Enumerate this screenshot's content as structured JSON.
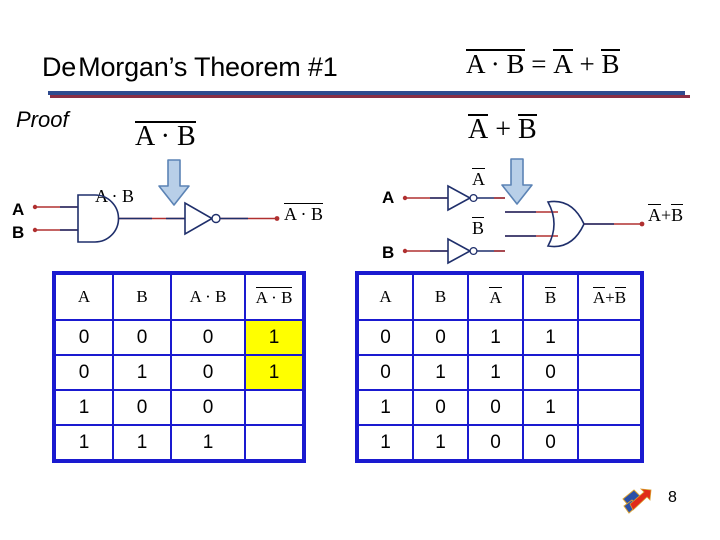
{
  "slide": {
    "title": "De Morgan's Theorem #1",
    "title_display": "De Morgan’s Theorem #1",
    "title_formula": {
      "lhs_overbar": "A · B",
      "equals": "=",
      "rhs_a": "A",
      "plus": "+",
      "rhs_b": "B"
    },
    "proof_label": "Proof",
    "page_number": "8"
  },
  "colors": {
    "divider_blue": "#2f4b8f",
    "divider_red": "#8b2f45",
    "table_border": "#1a1ad0",
    "highlight": "#ffff00",
    "arrow_fill": "#b8cfe8",
    "arrow_stroke": "#5b83b5",
    "wire_blue": "#1f2f6b",
    "wire_red": "#b03030",
    "logo_blue": "#2a4fa8",
    "logo_red": "#e02b18"
  },
  "left_section": {
    "expression": {
      "overbar_text": "A · B"
    },
    "arrow_name": "down-arrow",
    "circuit": {
      "input_a": "A",
      "input_b": "B",
      "gate1": "AND",
      "gate2": "NOT",
      "mid_label": "A · B",
      "output_label_overbar": "A · B"
    },
    "table": {
      "headers": [
        "A",
        "B",
        "A · B",
        "A · B"
      ],
      "header_overbar_flags": [
        false,
        false,
        false,
        true
      ],
      "rows": [
        {
          "cells": [
            "0",
            "0",
            "0",
            "1"
          ],
          "highlight": [
            false,
            false,
            false,
            true
          ]
        },
        {
          "cells": [
            "0",
            "1",
            "0",
            "1"
          ],
          "highlight": [
            false,
            false,
            false,
            true
          ]
        },
        {
          "cells": [
            "1",
            "0",
            "0",
            ""
          ],
          "highlight": [
            false,
            false,
            false,
            false
          ]
        },
        {
          "cells": [
            "1",
            "1",
            "1",
            ""
          ],
          "highlight": [
            false,
            false,
            false,
            false
          ]
        }
      ]
    }
  },
  "right_section": {
    "expression": {
      "term_a": "A",
      "plus": "+",
      "term_b": "B"
    },
    "arrow_name": "down-arrow",
    "circuit": {
      "input_a": "A",
      "input_b": "B",
      "gate1": "NOT",
      "gate2": "NOT",
      "gate3": "OR",
      "label_not_a": "A",
      "label_not_b": "B",
      "output_a": "A",
      "output_plus": "+",
      "output_b": "B"
    },
    "table": {
      "headers": [
        "A",
        "B",
        "A",
        "B",
        "A + B"
      ],
      "header_overbar_flags": [
        false,
        false,
        true,
        true,
        "split"
      ],
      "rows": [
        {
          "cells": [
            "0",
            "0",
            "1",
            "1",
            ""
          ],
          "highlight": [
            false,
            false,
            false,
            false,
            false
          ]
        },
        {
          "cells": [
            "0",
            "1",
            "1",
            "0",
            ""
          ],
          "highlight": [
            false,
            false,
            false,
            false,
            false
          ]
        },
        {
          "cells": [
            "1",
            "0",
            "0",
            "1",
            ""
          ],
          "highlight": [
            false,
            false,
            false,
            false,
            false
          ]
        },
        {
          "cells": [
            "1",
            "1",
            "0",
            "0",
            ""
          ],
          "highlight": [
            false,
            false,
            false,
            false,
            false
          ]
        }
      ]
    }
  }
}
